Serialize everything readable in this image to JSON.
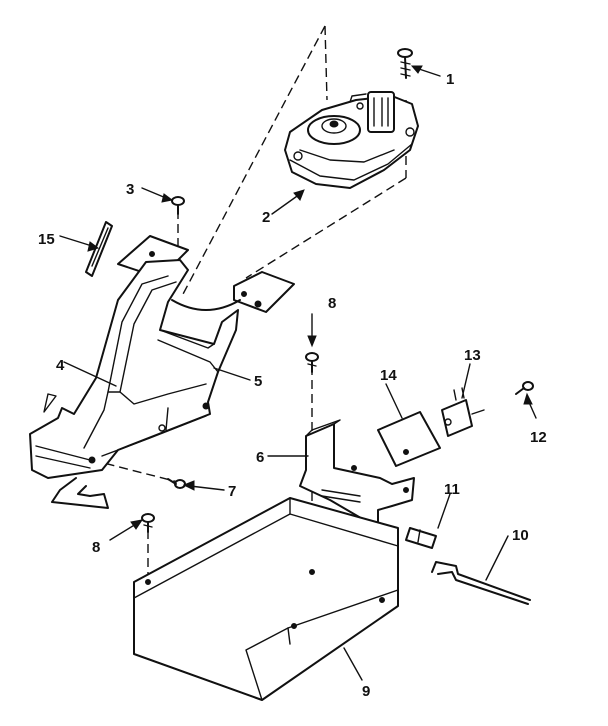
{
  "diagram": {
    "callouts": [
      {
        "id": "c1",
        "label": "1"
      },
      {
        "id": "c2",
        "label": "2"
      },
      {
        "id": "c3",
        "label": "3"
      },
      {
        "id": "c4",
        "label": "4"
      },
      {
        "id": "c5",
        "label": "5"
      },
      {
        "id": "c6",
        "label": "6"
      },
      {
        "id": "c7",
        "label": "7"
      },
      {
        "id": "c8a",
        "label": "8"
      },
      {
        "id": "c8b",
        "label": "8"
      },
      {
        "id": "c9",
        "label": "9"
      },
      {
        "id": "c10",
        "label": "10"
      },
      {
        "id": "c11",
        "label": "11"
      },
      {
        "id": "c12",
        "label": "12"
      },
      {
        "id": "c13",
        "label": "13"
      },
      {
        "id": "c14",
        "label": "14"
      },
      {
        "id": "c15",
        "label": "15"
      }
    ]
  }
}
